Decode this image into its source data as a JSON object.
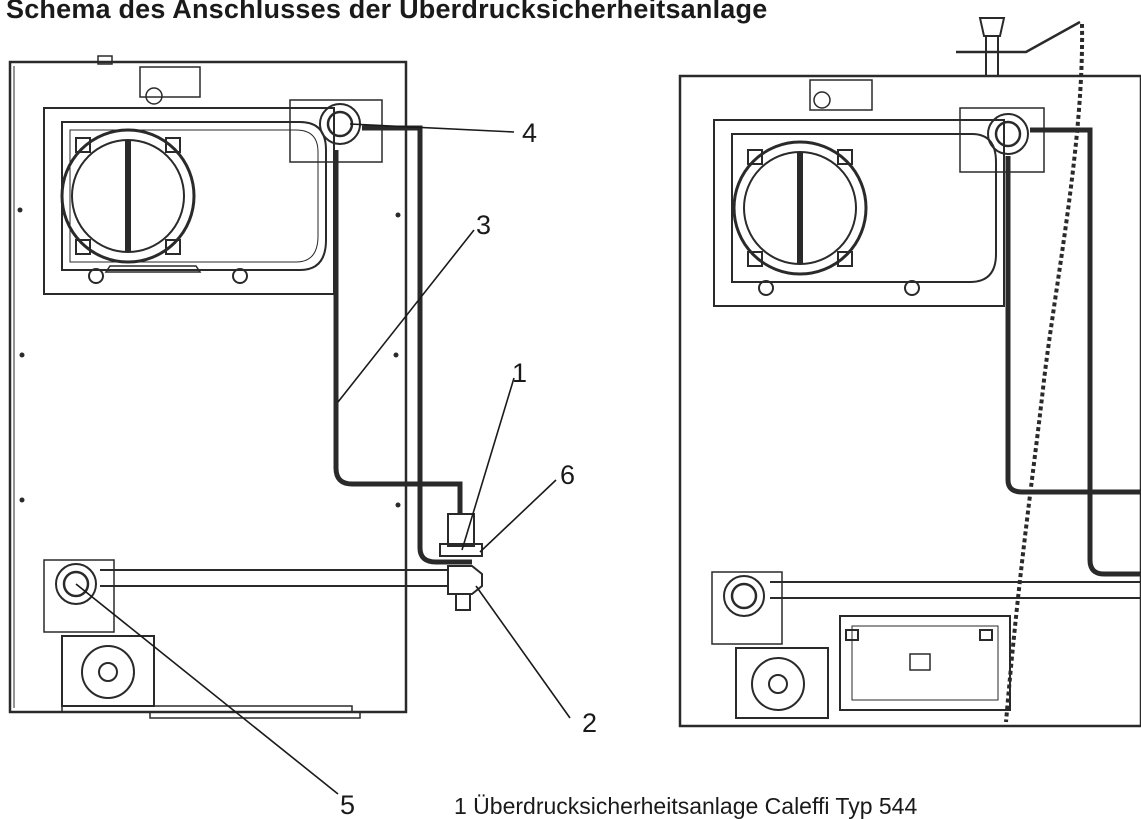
{
  "title": "Schema des Anschlusses der Überdrucksicherheitsanlage",
  "callouts": [
    {
      "label": "1"
    },
    {
      "label": "2"
    },
    {
      "label": "3"
    },
    {
      "label": "4"
    },
    {
      "label": "5"
    },
    {
      "label": "6"
    }
  ],
  "legend": {
    "item1": "1  Überdrucksicherheitsanlage Caleffi Typ 544"
  },
  "colors": {
    "ink": "#2a2a2a",
    "background": "#ffffff"
  }
}
